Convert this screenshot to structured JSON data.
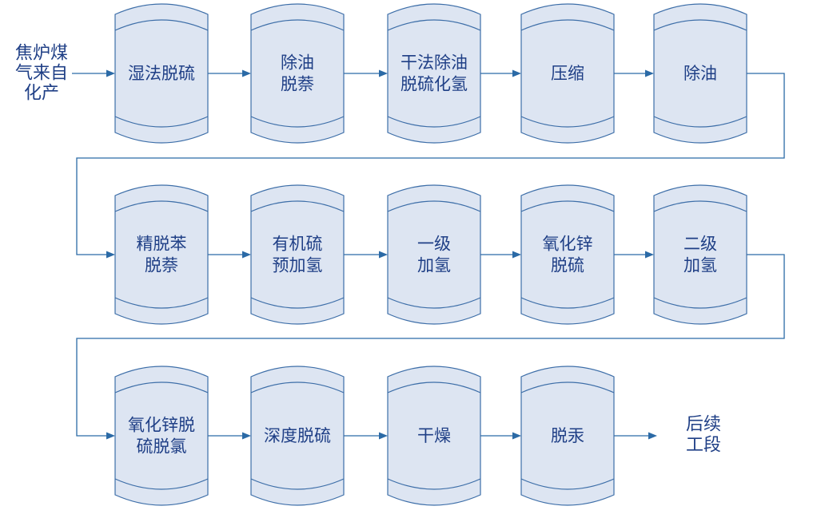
{
  "diagram": {
    "input_label": [
      "焦炉煤",
      "气来自",
      "化产"
    ],
    "output_label": [
      "后续",
      "工段"
    ],
    "rows": [
      {
        "stages": [
          {
            "lines": [
              "湿法脱硫"
            ]
          },
          {
            "lines": [
              "除油",
              "脱萘"
            ]
          },
          {
            "lines": [
              "干法除油",
              "脱硫化氢"
            ]
          },
          {
            "lines": [
              "压缩"
            ]
          },
          {
            "lines": [
              "除油"
            ]
          }
        ]
      },
      {
        "stages": [
          {
            "lines": [
              "精脱苯",
              "脱萘"
            ]
          },
          {
            "lines": [
              "有机硫",
              "预加氢"
            ]
          },
          {
            "lines": [
              "一级",
              "加氢"
            ]
          },
          {
            "lines": [
              "氧化锌",
              "脱硫"
            ]
          },
          {
            "lines": [
              "二级",
              "加氢"
            ]
          }
        ]
      },
      {
        "stages": [
          {
            "lines": [
              "氧化锌脱",
              "硫脱氯"
            ]
          },
          {
            "lines": [
              "深度脱硫"
            ]
          },
          {
            "lines": [
              "干燥"
            ]
          },
          {
            "lines": [
              "脱汞"
            ]
          }
        ]
      }
    ]
  },
  "colors": {
    "vessel_fill": "#dde5f2",
    "vessel_stroke": "#3d6ea8",
    "arrow": "#2b6aa6",
    "text": "#1f3f86"
  }
}
